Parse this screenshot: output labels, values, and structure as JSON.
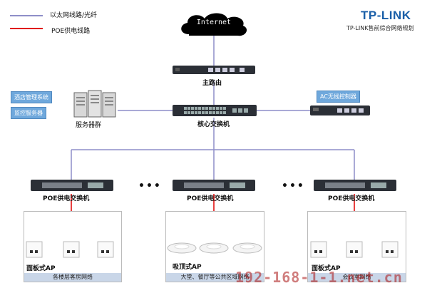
{
  "legend": {
    "ethernet_label": "以太网线路/光纤",
    "poe_label": "POE供电线路",
    "ethernet_color": "#8e8ec8",
    "poe_color": "#e00000"
  },
  "brand": {
    "logo": "TP-LINK",
    "subtitle": "TP-LINK售前综合网络规划"
  },
  "internet": "Internet",
  "router_label": "主路由",
  "core_switch_label": "核心交换机",
  "server_group_label": "服务器群",
  "server_tags": [
    "酒店管理系统",
    "监控服务器"
  ],
  "ac_label": "AC无线控制器",
  "poe_switch_label": "POE供电交换机",
  "ellipsis": "•••",
  "groups": [
    {
      "ap_label": "面板式AP",
      "footer": "各楼层客房网络"
    },
    {
      "ap_label": "吸顶式AP",
      "footer": "大堂、餐厅等公共区域网络"
    },
    {
      "ap_label": "面板式AP",
      "footer": "会议室网络"
    }
  ],
  "watermark": "192-168-1-1.net.cn"
}
